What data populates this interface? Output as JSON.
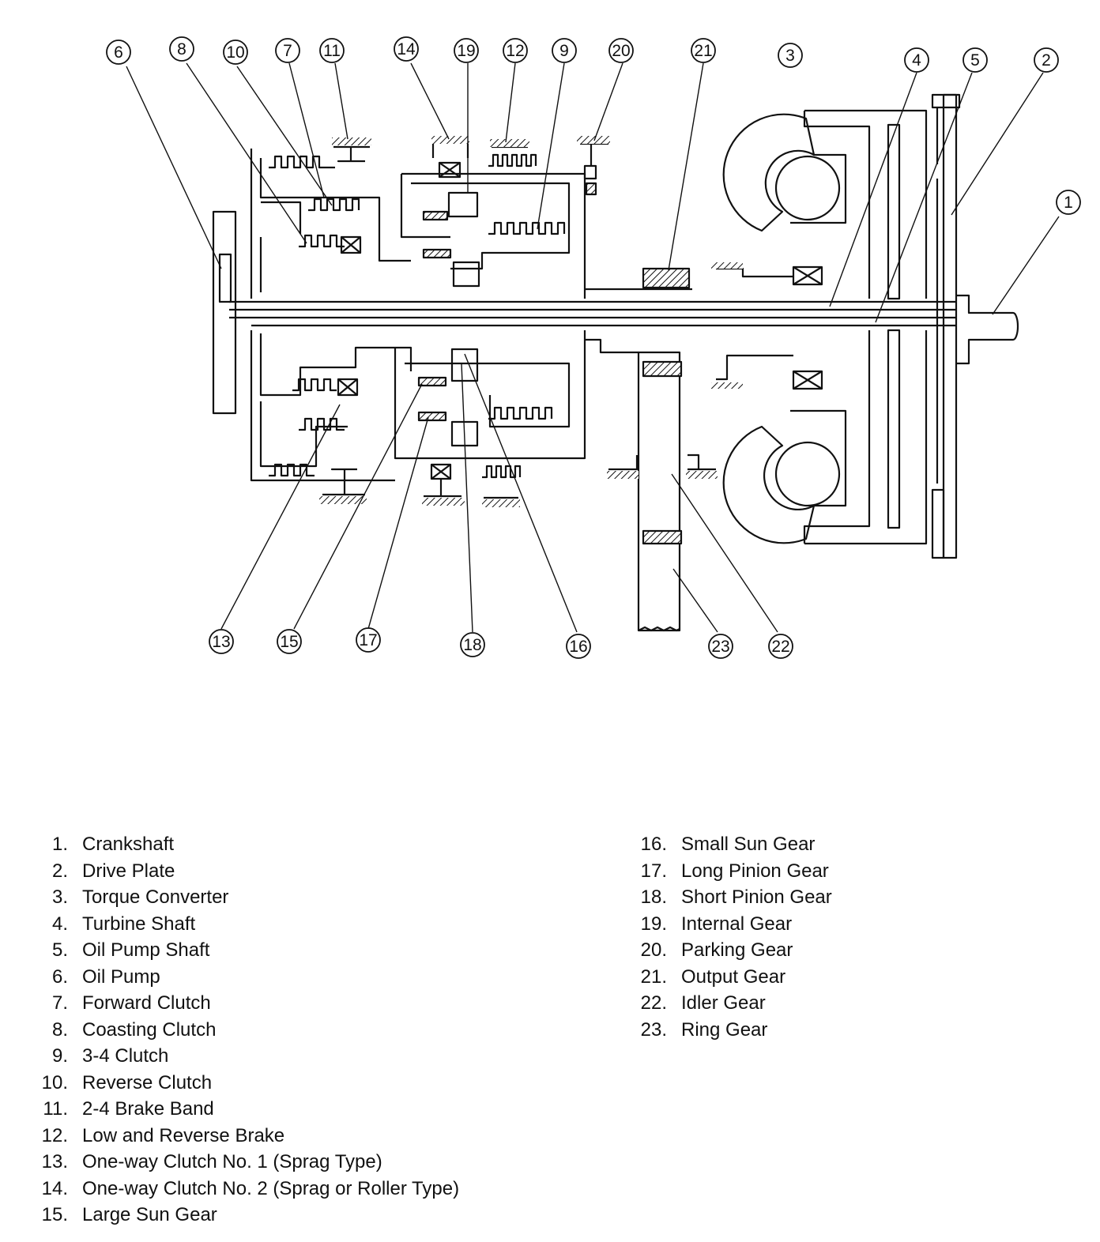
{
  "callouts": [
    "1",
    "2",
    "3",
    "4",
    "5",
    "6",
    "7",
    "8",
    "9",
    "10",
    "11",
    "12",
    "13",
    "14",
    "15",
    "16",
    "17",
    "18",
    "19",
    "20",
    "21",
    "22",
    "23"
  ],
  "legend": {
    "left": [
      {
        "num": "1.",
        "name": "Crankshaft"
      },
      {
        "num": "2.",
        "name": "Drive Plate"
      },
      {
        "num": "3.",
        "name": "Torque Converter"
      },
      {
        "num": "4.",
        "name": "Turbine Shaft"
      },
      {
        "num": "5.",
        "name": "Oil Pump Shaft"
      },
      {
        "num": "6.",
        "name": "Oil Pump"
      },
      {
        "num": "7.",
        "name": "Forward Clutch"
      },
      {
        "num": "8.",
        "name": "Coasting Clutch"
      },
      {
        "num": "9.",
        "name": "3-4 Clutch"
      },
      {
        "num": "10.",
        "name": "Reverse Clutch"
      },
      {
        "num": "11.",
        "name": "2-4 Brake Band"
      },
      {
        "num": "12.",
        "name": "Low and Reverse Brake"
      },
      {
        "num": "13.",
        "name": "One-way Clutch No. 1 (Sprag Type)"
      },
      {
        "num": "14.",
        "name": "One-way Clutch No. 2 (Sprag or Roller Type)"
      },
      {
        "num": "15.",
        "name": "Large Sun Gear"
      }
    ],
    "right": [
      {
        "num": "16.",
        "name": "Small Sun Gear"
      },
      {
        "num": "17.",
        "name": "Long Pinion Gear"
      },
      {
        "num": "18.",
        "name": "Short Pinion Gear"
      },
      {
        "num": "19.",
        "name": "Internal Gear"
      },
      {
        "num": "20.",
        "name": "Parking Gear"
      },
      {
        "num": "21.",
        "name": "Output Gear"
      },
      {
        "num": "22.",
        "name": "Idler Gear"
      },
      {
        "num": "23.",
        "name": "Ring Gear"
      }
    ]
  }
}
